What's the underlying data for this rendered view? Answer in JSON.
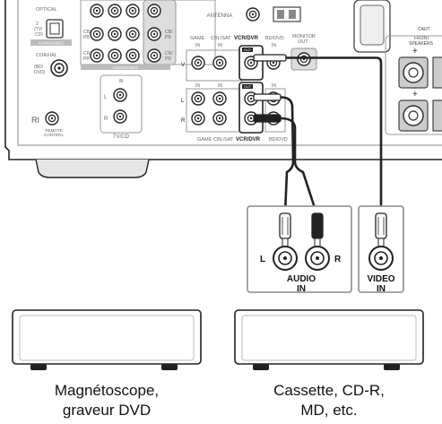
{
  "receiver": {
    "optical_label": "OPTICAL",
    "optical_sub1": "2",
    "optical_sub2": "(TV/",
    "optical_sub3": "CD)",
    "assignable_top": "ASSIGNABLE",
    "coaxial_label": "COAXIAL",
    "coaxial_sub1": "(BD/",
    "coaxial_sub2": "DVD)",
    "assignable_mid": "ASSIGNABLE",
    "ri_label": "RI",
    "remote_control_label1": "REMOTE",
    "remote_control_label2": "CONTROL",
    "tvcd_label": "TV/CD",
    "in_label": "IN",
    "cb_label": "CB/",
    "pb_label": "PB",
    "cr_label": "CR/",
    "pr_label": "PR",
    "antenna_label": "ANTENNA",
    "game_label": "GAME",
    "cblsat_label": "CBL/SAT",
    "vcrdvr_label": "VCR/DVR",
    "bddvd_label": "BD/DVD",
    "monitor_label": "MONITOR",
    "out_label": "OUT",
    "out_badge": "OUT",
    "v_label": "V",
    "l_label": "L",
    "r_label": "R",
    "front_speakers_label1": "FRONT",
    "front_speakers_label2": "SPEAKERS",
    "caut_label": "CAUT",
    "plus_label": "+"
  },
  "recorder_panel": {
    "audio_l": "L",
    "audio_r": "R",
    "audio_label_1": "AUDIO",
    "audio_label_2": "IN",
    "video_label_1": "VIDEO",
    "video_label_2": "IN"
  },
  "devices": [
    {
      "caption_line1": "Magnétoscope,",
      "caption_line2": "graveur DVD"
    },
    {
      "caption_line1": "Cassette, CD-R,",
      "caption_line2": "MD, etc."
    }
  ]
}
